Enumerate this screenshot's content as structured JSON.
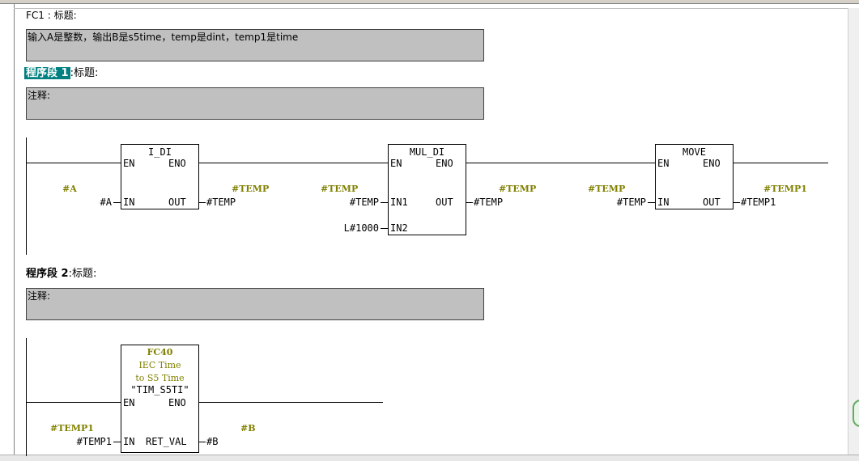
{
  "block_header": {
    "name": "FC1",
    "title_label": ": 标题:"
  },
  "block_comment": "输入A是整数，输出B是s5time，temp是dint，temp1是time",
  "networks": [
    {
      "label": "程序段",
      "number": "1",
      "title_label": ":标题:",
      "comment_label": "注释:"
    },
    {
      "label": "程序段",
      "number": "2",
      "title_label": ":标题:",
      "comment_label": "注释:"
    }
  ],
  "n1": {
    "b1": {
      "name": "I_DI",
      "en": "EN",
      "eno": "ENO",
      "in": "IN",
      "out": "OUT",
      "in_val": "#A",
      "out_val": "#TEMP",
      "in_tag": "#A",
      "out_tag": "#TEMP"
    },
    "b2": {
      "name": "MUL_DI",
      "en": "EN",
      "eno": "ENO",
      "in1": "IN1",
      "in2": "IN2",
      "out": "OUT",
      "in1_val": "#TEMP",
      "in2_val": "L#1000",
      "out_val": "#TEMP",
      "in_tag": "#TEMP",
      "out_tag": "#TEMP"
    },
    "b3": {
      "name": "MOVE",
      "en": "EN",
      "eno": "ENO",
      "in": "IN",
      "out": "OUT",
      "in_val": "#TEMP",
      "out_val": "#TEMP1",
      "in_tag": "#TEMP",
      "out_tag": "#TEMP1"
    }
  },
  "n2": {
    "b1": {
      "number": "FC40",
      "desc1": "IEC Time",
      "desc2": "to S5 Time",
      "symbol": "\"TIM_S5TI\"",
      "en": "EN",
      "eno": "ENO",
      "in": "IN",
      "ret": "RET_VAL",
      "in_val": "#TEMP1",
      "out_val": "#B",
      "in_tag": "#TEMP1",
      "out_tag": "#B"
    }
  },
  "colors": {
    "comment_bg": "#c0c0c0",
    "network_highlight": "#008080",
    "symbol_text": "#808000"
  }
}
